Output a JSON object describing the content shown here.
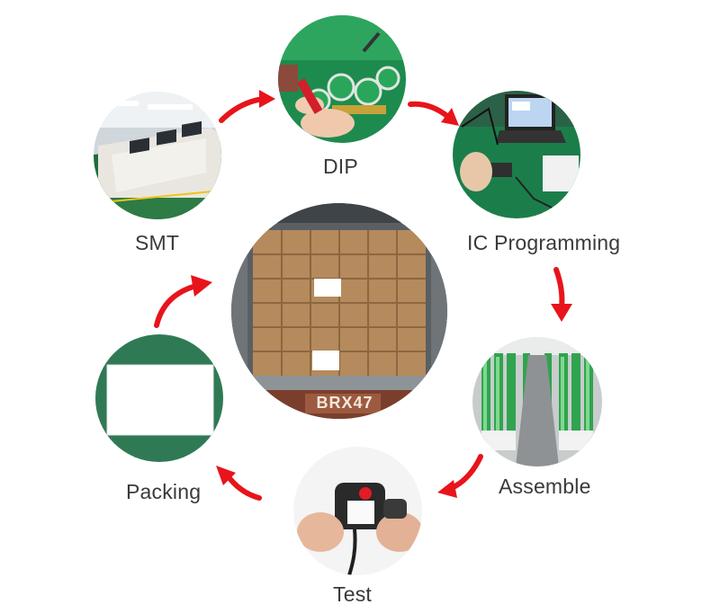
{
  "steps": {
    "smt": {
      "label": "SMT"
    },
    "dip": {
      "label": "DIP"
    },
    "ic_programming": {
      "label": "IC Programming"
    },
    "assemble": {
      "label": "Assemble"
    },
    "test": {
      "label": "Test"
    },
    "packing": {
      "label": "Packing"
    }
  },
  "center": {
    "container_marking": "BRX47"
  },
  "colors": {
    "arrow": "#e8141b",
    "label": "#3a3a3a",
    "pcb_green": "#1f8a4c",
    "packing_bg": "#2f7a55"
  }
}
